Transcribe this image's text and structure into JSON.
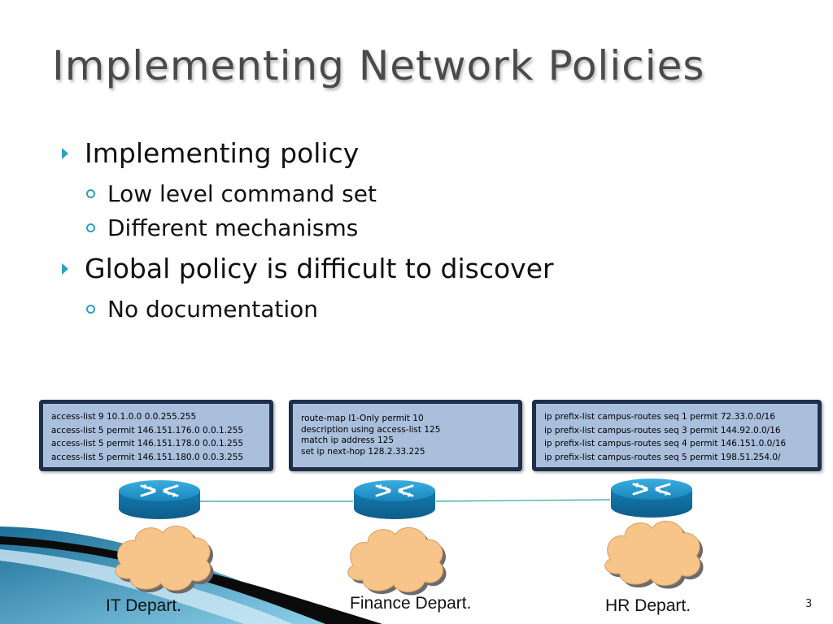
{
  "slide": {
    "title": "Implementing Network Policies",
    "page_number": "3"
  },
  "bullets": [
    {
      "text": "Implementing policy",
      "sub": [
        "Low level command set",
        "Different mechanisms"
      ]
    },
    {
      "text": "Global policy is difficult to discover",
      "sub": [
        "No documentation"
      ]
    }
  ],
  "config_boxes": [
    {
      "lines": [
        "access-list 9 10.1.0.0 0.0.255.255",
        "access-list 5 permit 146.151.176.0 0.0.1.255",
        "access-list 5 permit 146.151.178.0 0.0.1.255",
        "access-list 5 permit 146.151.180.0 0.0.3.255"
      ]
    },
    {
      "lines": [
        "route-map I1-Only permit 10",
        "description using access-list 125",
        "match ip address 125",
        "set ip next-hop 128.2.33.225"
      ]
    },
    {
      "lines": [
        "ip prefix-list campus-routes seq 1 permit 72.33.0.0/16",
        "ip prefix-list campus-routes seq 3 permit 144.92.0.0/16",
        "ip prefix-list campus-routes seq 4 permit 146.151.0.0/16",
        "ip prefix-list campus-routes seq 5 permit 198.51.254.0/"
      ]
    }
  ],
  "departments": [
    "IT Depart.",
    "Finance Depart.",
    "HR Depart."
  ],
  "icons": [
    "router-icon",
    "cloud-icon",
    "bullet-arrow-icon",
    "sub-bullet-ring-icon"
  ],
  "colors": {
    "title": "#4a4a4a",
    "bullet_accent": "#2f9fc4",
    "config_box_fill": "#a9bfdc",
    "config_box_border": "#1f2f4a",
    "router_blue": "#1b8ec2",
    "cloud_fill": "#f7c48a"
  }
}
